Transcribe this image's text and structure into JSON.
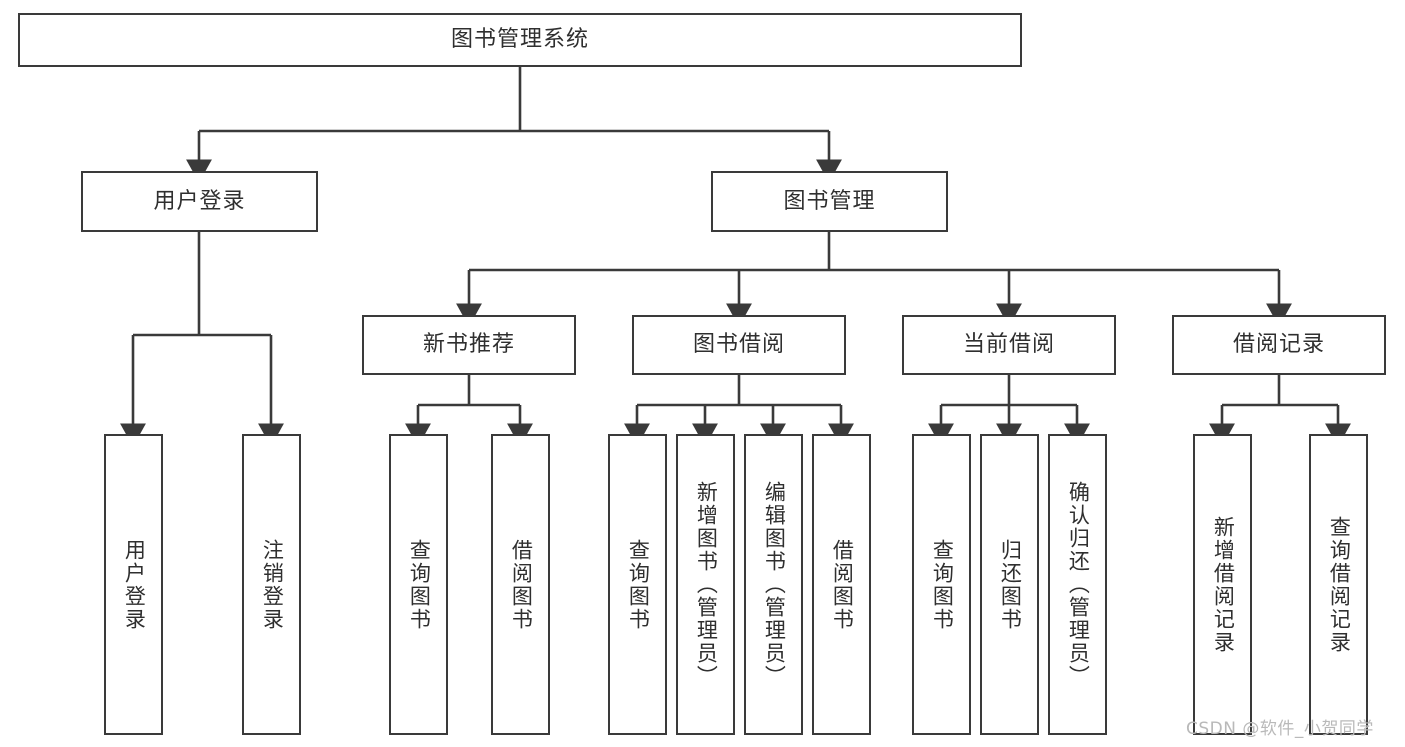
{
  "diagram": {
    "type": "tree",
    "title": "图书管理系统",
    "orientation": "top-down",
    "colors": {
      "box_border": "#3a3a3a",
      "box_fill": "#ffffff",
      "edge": "#3a3a3a",
      "text": "#2f2f2f",
      "watermark": "#b9b9b9",
      "background": "#ffffff"
    },
    "root": {
      "id": "root",
      "label": "图书管理系统"
    },
    "level2": [
      {
        "id": "user-login",
        "label": "用户登录"
      },
      {
        "id": "book-manage",
        "label": "图书管理"
      }
    ],
    "level3": [
      {
        "id": "new-book-rec",
        "label": "新书推荐",
        "parent": "book-manage"
      },
      {
        "id": "book-borrow",
        "label": "图书借阅",
        "parent": "book-manage"
      },
      {
        "id": "current-borrow",
        "label": "当前借阅",
        "parent": "book-manage"
      },
      {
        "id": "borrow-record",
        "label": "借阅记录",
        "parent": "book-manage"
      }
    ],
    "leaves": [
      {
        "id": "leaf-user-login",
        "label": "用户登录",
        "parent": "user-login"
      },
      {
        "id": "leaf-user-logout",
        "label": "注销登录",
        "parent": "user-login"
      },
      {
        "id": "leaf-query-book-1",
        "label": "查询图书",
        "parent": "new-book-rec"
      },
      {
        "id": "leaf-borrow-book-1",
        "label": "借阅图书",
        "parent": "new-book-rec"
      },
      {
        "id": "leaf-query-book-2",
        "label": "查询图书",
        "parent": "book-borrow"
      },
      {
        "id": "leaf-add-book",
        "label": "新增图书（管理员）",
        "parent": "book-borrow"
      },
      {
        "id": "leaf-edit-book",
        "label": "编辑图书（管理员）",
        "parent": "book-borrow"
      },
      {
        "id": "leaf-borrow-book-2",
        "label": "借阅图书",
        "parent": "book-borrow"
      },
      {
        "id": "leaf-query-book-3",
        "label": "查询图书",
        "parent": "current-borrow"
      },
      {
        "id": "leaf-return-book",
        "label": "归还图书",
        "parent": "current-borrow"
      },
      {
        "id": "leaf-confirm-return",
        "label": "确认归还（管理员）",
        "parent": "current-borrow"
      },
      {
        "id": "leaf-add-record",
        "label": "新增借阅记录",
        "parent": "borrow-record"
      },
      {
        "id": "leaf-query-record",
        "label": "查询借阅记录",
        "parent": "borrow-record"
      }
    ]
  },
  "watermark": {
    "text": "CSDN @软件_小贺同学"
  }
}
